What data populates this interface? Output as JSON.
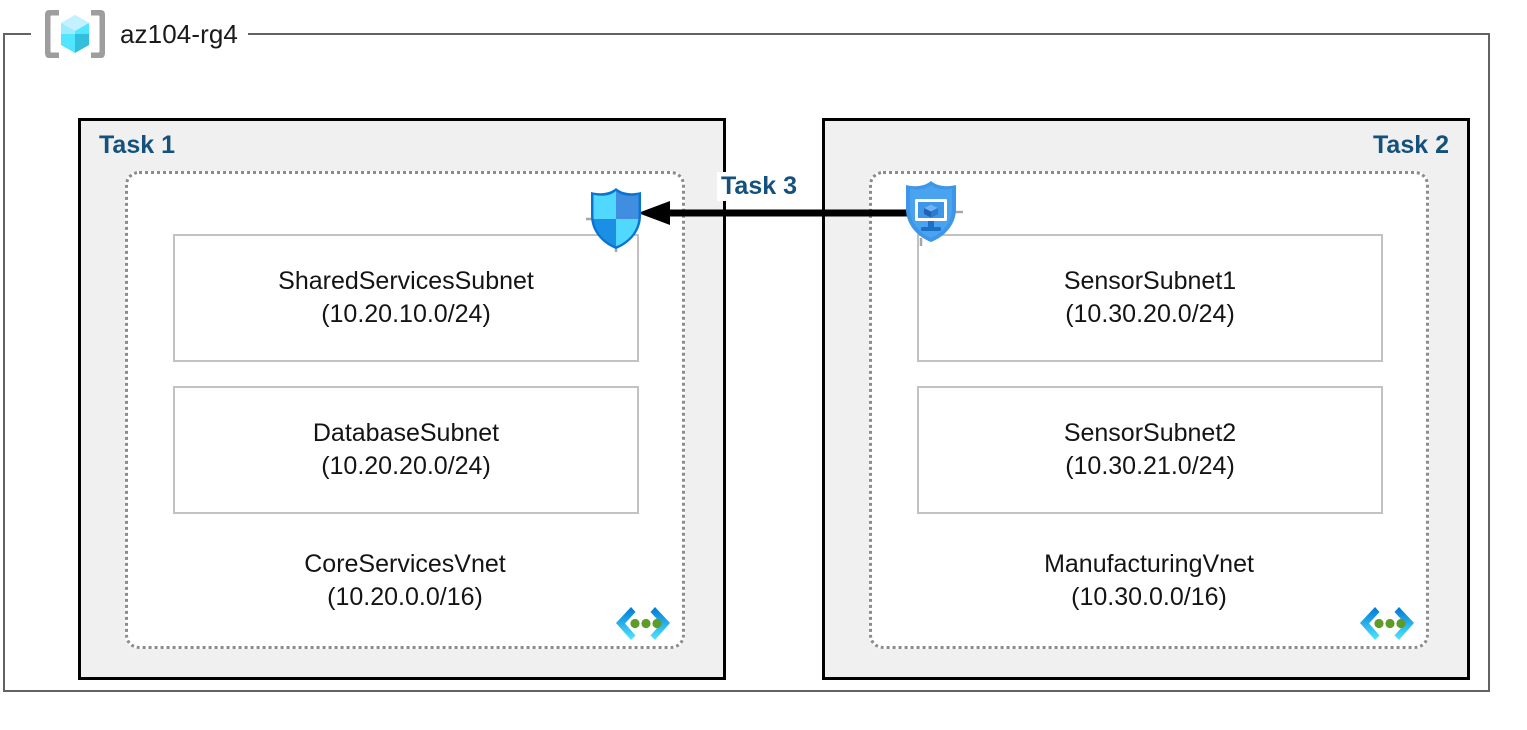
{
  "resource_group": {
    "name": "az104-rg4",
    "icon": "azure-resource-group-icon"
  },
  "tasks": [
    {
      "title": "Task 1",
      "align": "left",
      "vnet": {
        "name": "CoreServicesVnet",
        "cidr": "(10.20.0.0/16)",
        "icon": "virtual-network-icon"
      },
      "subnets": [
        {
          "name": "SharedServicesSubnet",
          "cidr": "(10.20.10.0/24)"
        },
        {
          "name": "DatabaseSubnet",
          "cidr": "(10.20.20.0/24)"
        }
      ]
    },
    {
      "title": "Task 2",
      "align": "right",
      "vnet": {
        "name": "ManufacturingVnet",
        "cidr": "(10.30.0.0/16)",
        "icon": "virtual-network-icon"
      },
      "subnets": [
        {
          "name": "SensorSubnet1",
          "cidr": "(10.30.20.0/24)"
        },
        {
          "name": "SensorSubnet2",
          "cidr": "(10.30.21.0/24)"
        }
      ]
    }
  ],
  "connection": {
    "label": "Task 3",
    "direction": "right-to-left",
    "source_icon": "bastion-shield-icon",
    "target_icon": "network-security-group-shield-icon"
  },
  "colors": {
    "task_title": "#14517c",
    "task_box_fill": "#f0f0f0",
    "task_box_border": "#000000",
    "vnet_border": "#8c8c8c",
    "subnet_border": "#c2c2c2",
    "frame_border": "#636363",
    "arrow": "#000000",
    "azure_blue": "#0078d4",
    "cyan": "#50e6ff",
    "green_dot": "#5e9b28"
  }
}
